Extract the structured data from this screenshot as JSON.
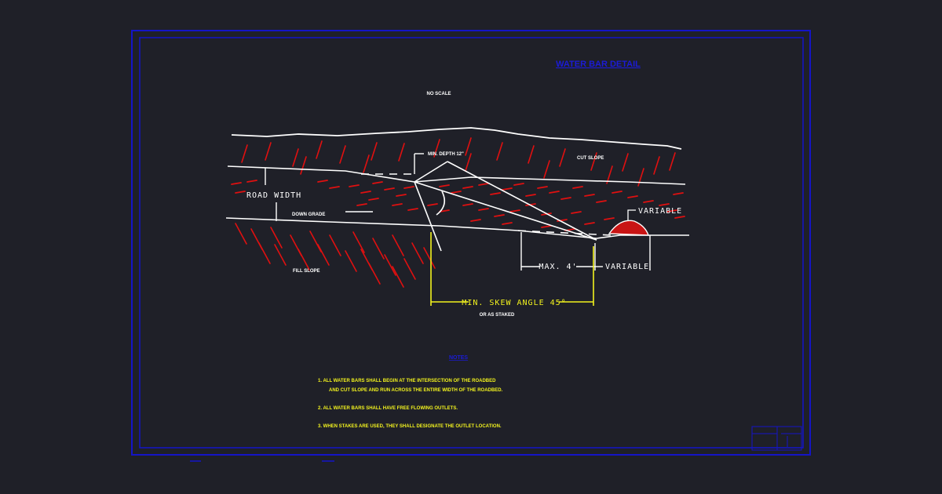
{
  "title": "WATER BAR DETAIL",
  "scale_note": "NO SCALE",
  "labels": {
    "min_depth": "MIN. DEPTH 12\"",
    "cut_slope": "CUT SLOPE",
    "road_width": "ROAD WIDTH",
    "down_grade": "DOWN GRADE",
    "variable_top": "VARIABLE",
    "fill_slope": "FILL SLOPE",
    "max_4": "MAX. 4'",
    "variable_bottom": "VARIABLE",
    "min_skew_angle": "MIN. SKEW ANGLE 45°",
    "or_as_staked": "OR AS STAKED"
  },
  "notes": {
    "heading": "NOTES",
    "items": [
      {
        "line1": "1.  ALL WATER BARS SHALL BEGIN AT THE INTERSECTION OF THE ROADBED",
        "line2": "AND CUT SLOPE AND RUN ACROSS THE ENTIRE WIDTH OF THE ROADBED."
      },
      {
        "line1": "2.  ALL WATER BARS SHALL HAVE FREE FLOWING OUTLETS.",
        "line2": ""
      },
      {
        "line1": "3.  WHEN STAKES ARE USED, THEY SHALL DESIGNATE THE OUTLET LOCATION.",
        "line2": ""
      }
    ]
  },
  "colors": {
    "background": "#1f2028",
    "border": "#1414c8",
    "linework": "#ffffff",
    "hatch": "#e01010",
    "dimension": "#f2f21e",
    "title": "#1b1bd8"
  }
}
